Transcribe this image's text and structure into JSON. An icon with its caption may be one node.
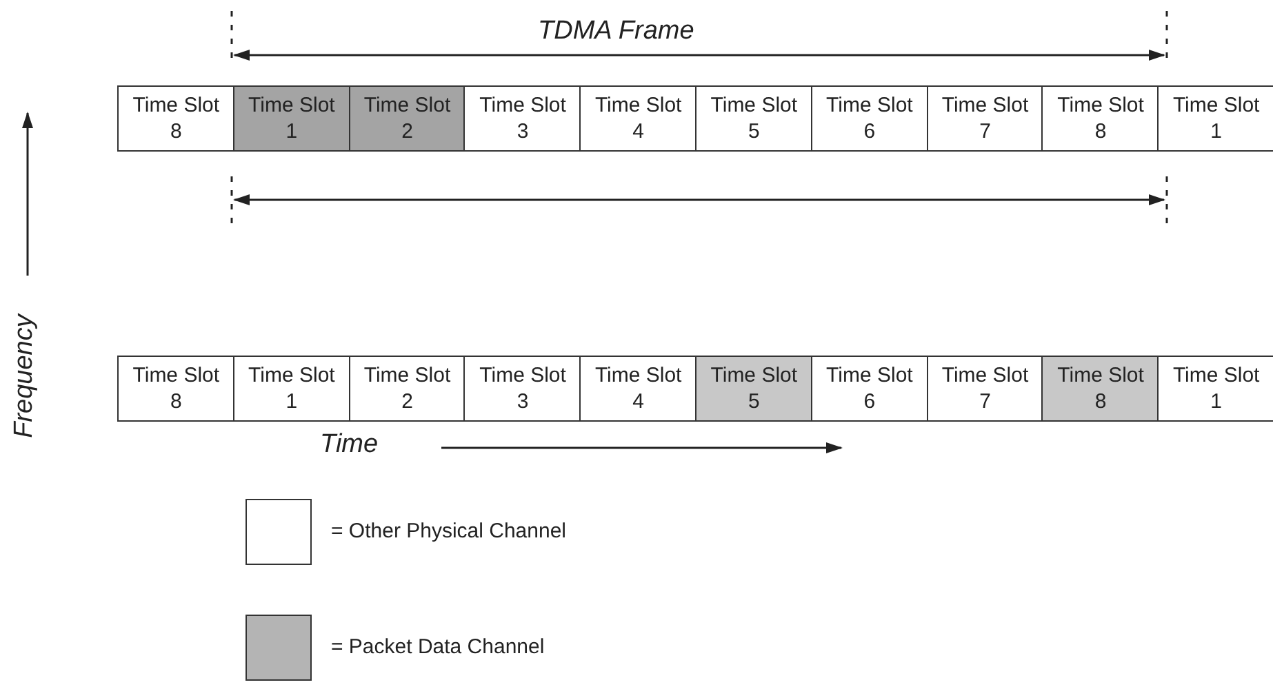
{
  "diagram": {
    "nodes": [
      {
        "text": [
          "Time Slot 8"
        ]
      },
      {
        "text": [
          "Time Slot 1"
        ]
      },
      {
        "text": [
          "Time Slot 2"
        ]
      },
      {
        "text": [
          "Time Slot 3"
        ]
      },
      {
        "text": [
          "Time Slot 4"
        ]
      },
      {
        "text": [
          "Time Slot 5"
        ]
      },
      {
        "text": [
          "Time Slot 6"
        ]
      },
      {
        "text": [
          "Time Slot 7"
        ]
      },
      {
        "text": [
          "Time Slot 8"
        ]
      },
      {
        "text": [
          "Time Slot 1"
        ]
      },
      {
        "text": [
          "Time Slot 8"
        ]
      },
      {
        "text": [
          "Time Slot 1"
        ]
      },
      {
        "text": [
          "Time Slot 2"
        ]
      },
      {
        "text": [
          "Time Slot 3"
        ]
      },
      {
        "text": [
          "Time Slot 4"
        ]
      },
      {
        "text": [
          "Time Slot 5"
        ]
      },
      {
        "text": [
          "Time Slot 6"
        ]
      },
      {
        "text": [
          "Time Slot 7"
        ]
      },
      {
        "text": [
          "Time Slot 8"
        ]
      },
      {
        "text": [
          "Time Slot 1"
        ]
      }
    ],
    "labels": [
      "TDMA Frame",
      "Frequency",
      "Time"
    ],
    "legend": [
      {
        "text": "= Other Physical Channel",
        "color": "#ffffff"
      },
      {
        "text": "= Packet Data Channel",
        "color": "#b4b4b4"
      }
    ]
  }
}
